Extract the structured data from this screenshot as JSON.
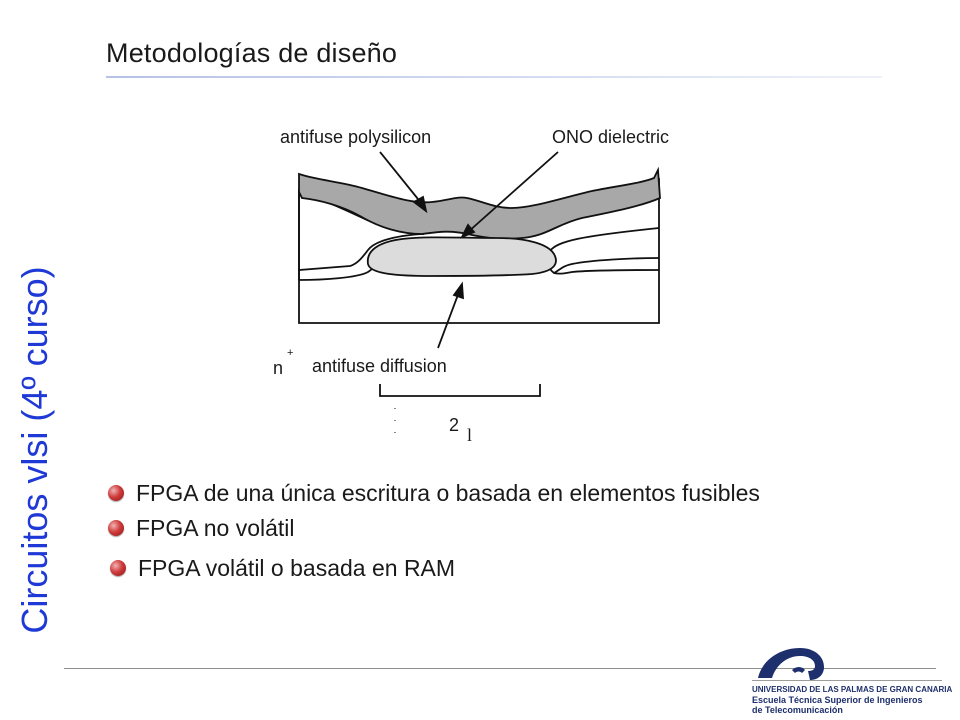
{
  "slide": {
    "title": "Metodologías de diseño",
    "vertical_title": "Circuitos vlsi (4º curso)"
  },
  "diagram": {
    "labels": {
      "polysilicon": "antifuse polysilicon",
      "ono": "ONO dielectric",
      "n": "n",
      "plus": "+",
      "diffusion": "antifuse diffusion",
      "dimension": "2",
      "unit": "l"
    }
  },
  "bullets": [
    "FPGA de una única escritura o basada en elementos fusibles",
    "FPGA no volátil",
    "FPGA volátil o basada en RAM"
  ],
  "logo": {
    "line1": "UNIVERSIDAD DE LAS PALMAS DE GRAN CANARIA",
    "line2": "Escuela Técnica Superior de Ingenieros",
    "line3": "de Telecomunicación"
  },
  "colors": {
    "vertical_title": "#1f39d6",
    "bullet": "#cf3c3c",
    "logo": "#1d2f6d"
  }
}
